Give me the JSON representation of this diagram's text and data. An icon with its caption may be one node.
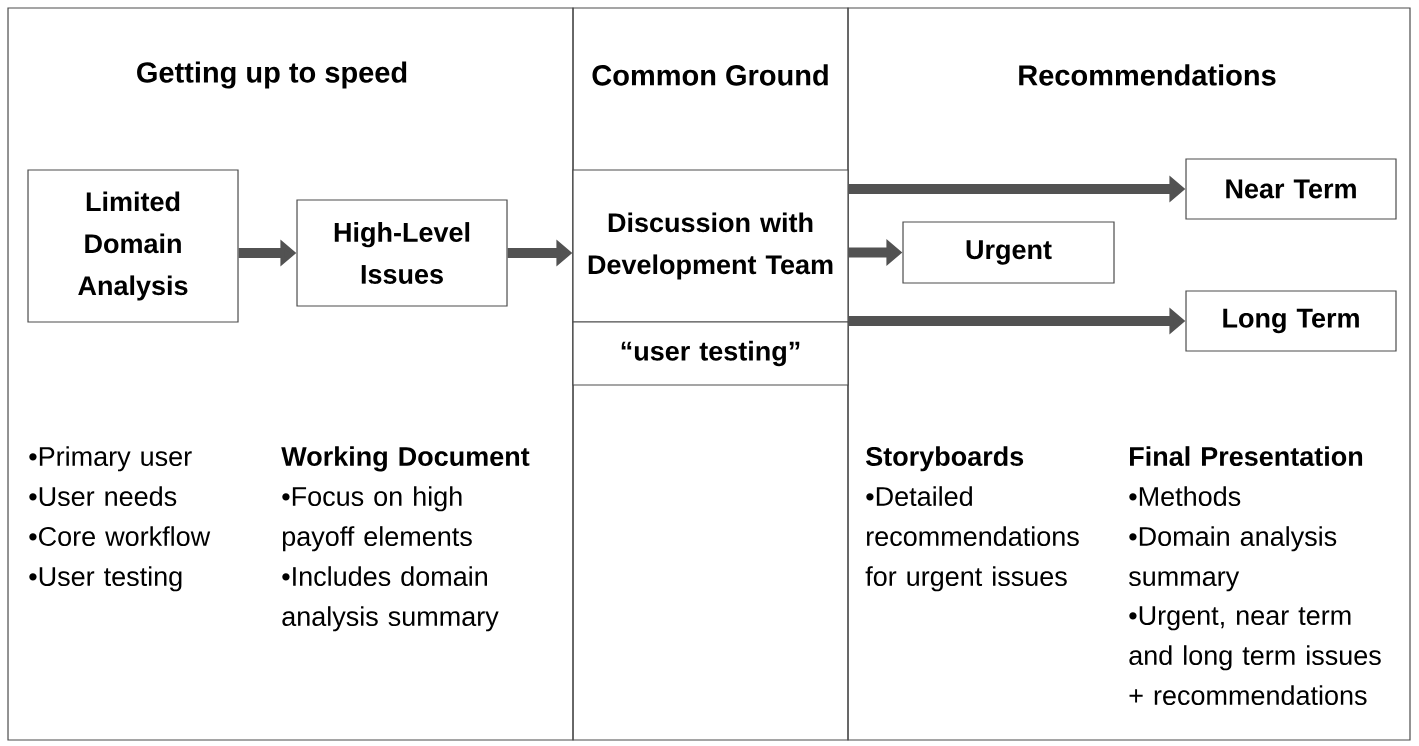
{
  "diagram": {
    "nodes": [
      {
        "text": [
          "Getting up to speed",
          "•Primary user",
          "•User needs",
          "•Core workflow",
          "•User testing",
          "Working Document",
          "•Focus on high payoff elements",
          "•Includes domain analysis summary"
        ]
      },
      {
        "text": [
          "Common Ground"
        ]
      },
      {
        "text": [
          "Recommendations",
          "Storyboards",
          "•Detailed recommendations for urgent issues",
          "Final Presentation",
          "•Methods",
          "•Domain analysis summary",
          "•Urgent, near term and long term issues + recommendations"
        ]
      },
      {
        "text": [
          "Limited Domain Analysis"
        ],
        "in": 0
      },
      {
        "text": [
          "High-Level Issues"
        ],
        "in": 0
      },
      {
        "text": [
          "Discussion with Development Team"
        ],
        "in": 1
      },
      {
        "text": [
          "“user testing”"
        ],
        "in": 1
      },
      {
        "text": [
          "Near Term"
        ],
        "in": 2
      },
      {
        "text": [
          "Urgent"
        ],
        "in": 2
      },
      {
        "text": [
          "Long Term"
        ],
        "in": 2
      }
    ],
    "edges": [
      {
        "from": 3,
        "to": 4,
        "arrow": "to"
      },
      {
        "from": 4,
        "to": 5,
        "arrow": "to"
      },
      {
        "from": 5,
        "to": 7,
        "arrow": "to"
      },
      {
        "from": 5,
        "to": 8,
        "arrow": "to"
      },
      {
        "from": 5,
        "to": 9,
        "arrow": "to"
      }
    ]
  }
}
